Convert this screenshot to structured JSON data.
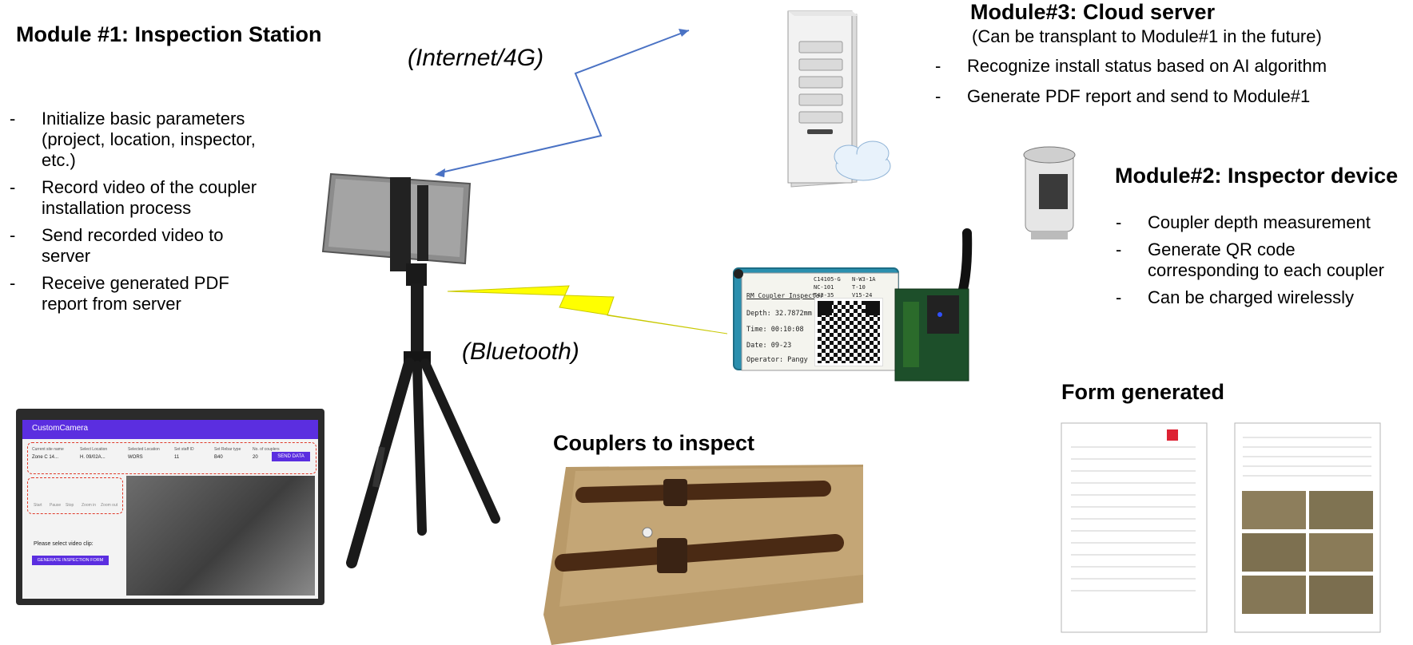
{
  "module1": {
    "title": "Module #1: Inspection Station",
    "bullets": [
      "Initialize basic parameters (project, location, inspector, etc.)",
      "Record video of the coupler installation process",
      "Send recorded video to server",
      "Receive generated PDF report from server"
    ]
  },
  "module2": {
    "title": "Module#2: Inspector device",
    "bullets": [
      "Coupler depth measurement",
      "Generate QR code corresponding to each coupler",
      "Can be charged wirelessly"
    ]
  },
  "module3": {
    "title": "Module#3: Cloud server",
    "subtitle": "(Can be transplant to Module#1 in the future)",
    "bullets": [
      "Recognize install status based on AI algorithm",
      "Generate PDF report and send to Module#1"
    ]
  },
  "links": {
    "internet": "(Internet/4G)",
    "bluetooth": "(Bluetooth)"
  },
  "captions": {
    "couplers": "Couplers to inspect",
    "form": "Form generated"
  },
  "tablet_app": {
    "app_title": "CustomCamera",
    "fields": [
      "Current site name",
      "Select Location",
      "Selected Location",
      "Set staff ID",
      "Set Rebar type",
      "No. of couplers"
    ],
    "values": [
      "Zone C 14...",
      "H. 09/02A...",
      "WORS",
      "11",
      "B40",
      "20"
    ],
    "send_label": "SEND DATA",
    "controls": [
      "Start",
      "Pause",
      "Stop",
      "Zoom in",
      "Zoom out"
    ],
    "prompt": "Please select video clip:",
    "generate_label": "GENERATE INSPECTION FORM"
  },
  "device_screen": {
    "header": "RM Coupler Inspector",
    "depth": "Depth: 32.7872mm",
    "time": "Time: 00:10:08",
    "date": "Date: 09-23",
    "operator": "Operator: Pangy",
    "code_lines": [
      "C14105-G",
      "N-W3-1A",
      "NC-101",
      "T-10",
      "T43-35",
      "V15-24"
    ]
  },
  "colors": {
    "link_line": "#4a72c4",
    "bolt": "#ffff00",
    "tablet_purple": "#5b2ee0",
    "dashed_red": "#e03a2a"
  }
}
